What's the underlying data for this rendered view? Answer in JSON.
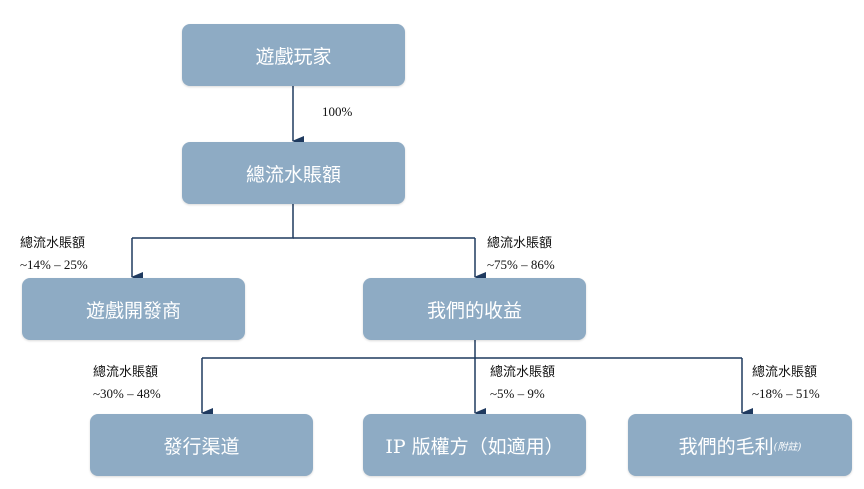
{
  "nodes": {
    "players": "遊戲玩家",
    "gross_billings": "總流水賬額",
    "developers": "遊戲開發商",
    "our_revenue": "我們的收益",
    "channels": "發行渠道",
    "ip_holders": "IP 版權方（如適用）",
    "gross_profit": "我們的毛利",
    "gross_profit_note": "(附註)"
  },
  "edges": {
    "players_to_billings": "100%",
    "developers": {
      "title": "總流水賬額",
      "range": "~14% – 25%"
    },
    "our_revenue": {
      "title": "總流水賬額",
      "range": "~75% – 86%"
    },
    "channels": {
      "title": "總流水賬額",
      "range": "~30% – 48%"
    },
    "ip_holders": {
      "title": "總流水賬額",
      "range": "~5% – 9%"
    },
    "gross_profit": {
      "title": "總流水賬額",
      "range": "~18% – 51%"
    }
  },
  "colors": {
    "box": "#8eabc4",
    "line": "#1f3a5f"
  }
}
